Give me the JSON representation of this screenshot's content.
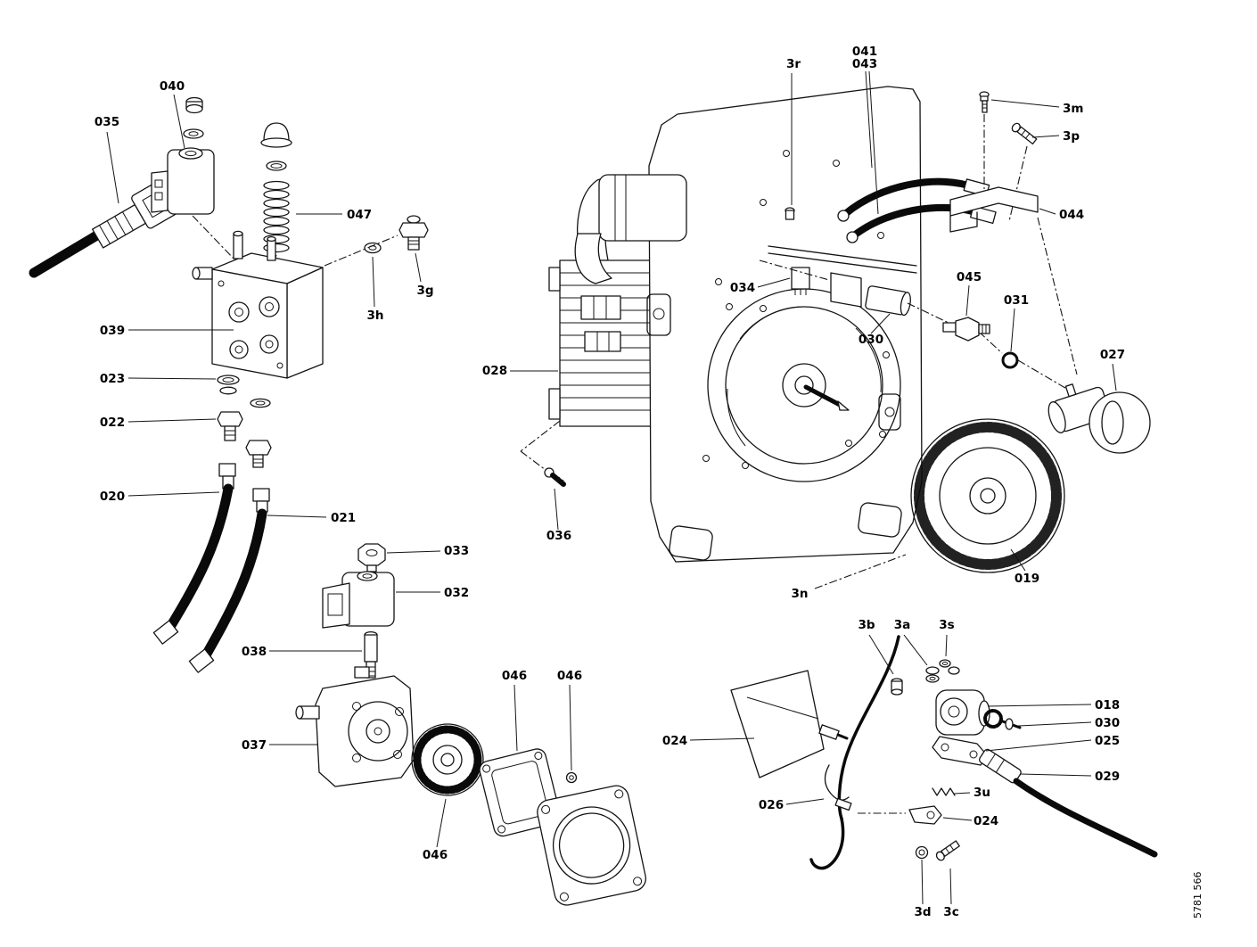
{
  "diagram": {
    "type": "exploded-parts-diagram",
    "doc_number": "5781 566",
    "colors": {
      "line": "#141414",
      "background": "#ffffff"
    },
    "labels": {
      "l035": "035",
      "l040": "040",
      "l047": "047",
      "l3g": "3g",
      "l3h": "3h",
      "l039": "039",
      "l023": "023",
      "l022": "022",
      "l020": "020",
      "l021": "021",
      "l033": "033",
      "l032": "032",
      "l038": "038",
      "l037": "037",
      "l046a": "046",
      "l046b": "046",
      "l046c": "046",
      "l028": "028",
      "l036": "036",
      "l034": "034",
      "l030a": "030",
      "l3r": "3r",
      "l041": "041",
      "l043": "043",
      "l3m": "3m",
      "l3p": "3p",
      "l044": "044",
      "l045": "045",
      "l031": "031",
      "l027": "027",
      "l019": "019",
      "l3n": "3n",
      "l3b": "3b",
      "l3a": "3a",
      "l3s": "3s",
      "l018": "018",
      "l030b": "030",
      "l025": "025",
      "l029": "029",
      "l024a": "024",
      "l026": "026",
      "l3u": "3u",
      "l024b": "024",
      "l3d": "3d",
      "l3c": "3c"
    }
  }
}
